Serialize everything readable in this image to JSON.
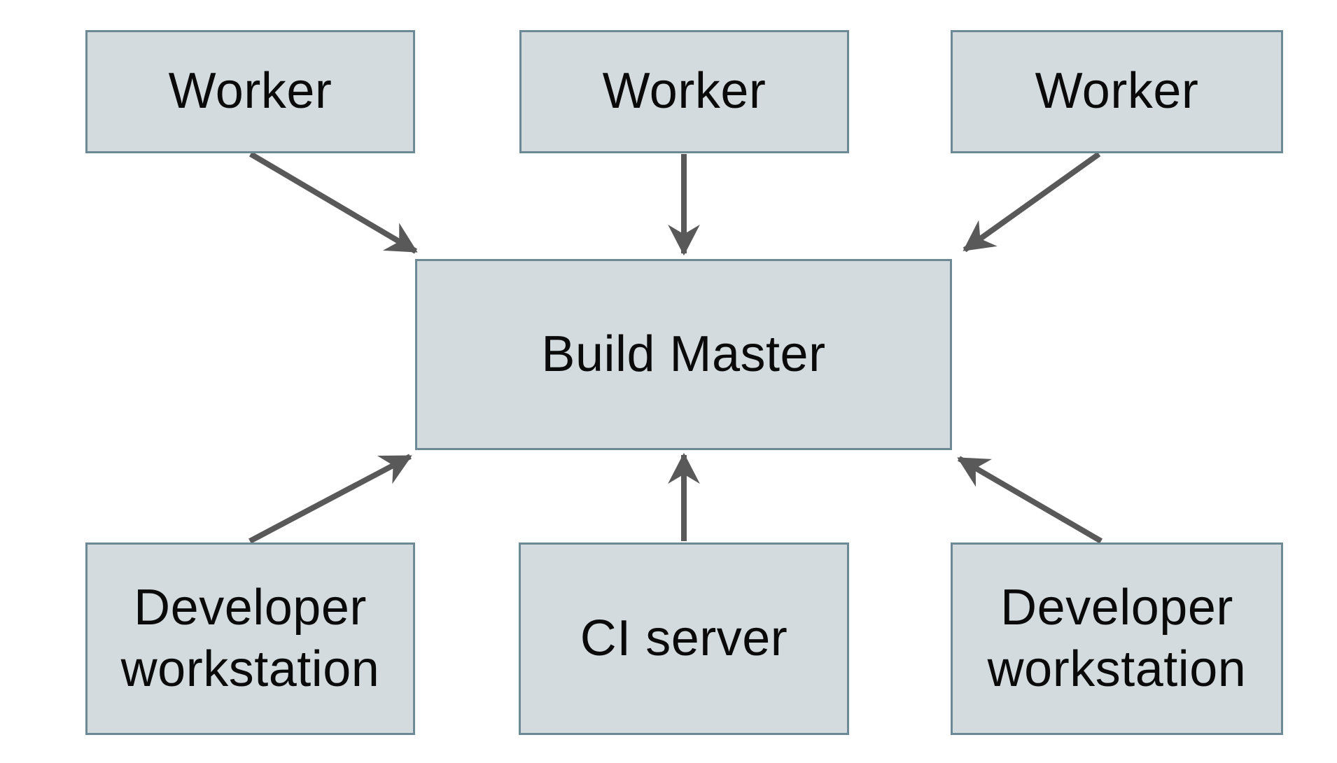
{
  "diagram": {
    "nodes": {
      "worker_1": {
        "label": "Worker"
      },
      "worker_2": {
        "label": "Worker"
      },
      "worker_3": {
        "label": "Worker"
      },
      "build_master": {
        "label": "Build Master"
      },
      "dev_workstation_left": {
        "label": "Developer workstation"
      },
      "ci_server": {
        "label": "CI server"
      },
      "dev_workstation_right": {
        "label": "Developer workstation"
      }
    },
    "edges": [
      {
        "from": "worker_1",
        "to": "build_master"
      },
      {
        "from": "worker_2",
        "to": "build_master"
      },
      {
        "from": "worker_3",
        "to": "build_master"
      },
      {
        "from": "dev_workstation_left",
        "to": "build_master"
      },
      {
        "from": "ci_server",
        "to": "build_master"
      },
      {
        "from": "dev_workstation_right",
        "to": "build_master"
      }
    ],
    "colors": {
      "node_fill": "#d3dbde",
      "node_border": "#6d8996",
      "arrow": "#595959",
      "label_text": "#0a0a0a",
      "background": "#ffffff"
    }
  }
}
